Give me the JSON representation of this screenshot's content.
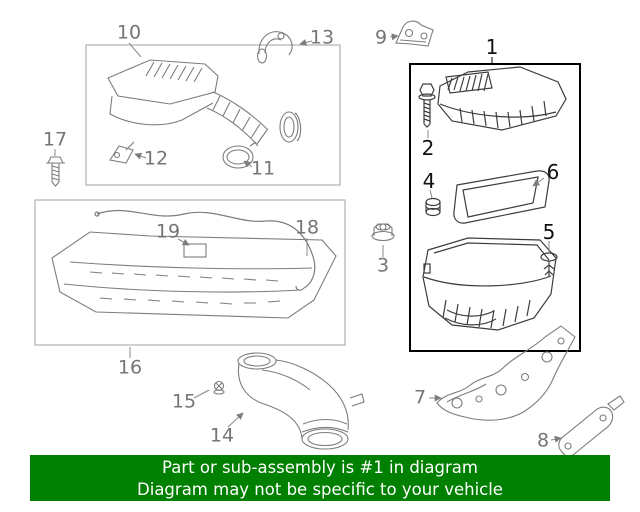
{
  "banner": {
    "line1": "Part or sub-assembly is #1 in diagram",
    "line2": "Diagram may not be specific to your vehicle"
  },
  "colors": {
    "banner_bg": "#008000",
    "banner_text": "#ffffff",
    "callout_gray": "#757575",
    "callout_black": "#111111",
    "part_line_gray": "#7d7d7d",
    "part_line_dark": "#3d3d3d",
    "group_box_border": "#a0a0a0",
    "highlight_box_border": "#000000"
  },
  "callouts": [
    {
      "num": "1",
      "highlighted": true
    },
    {
      "num": "2",
      "highlighted": true
    },
    {
      "num": "3",
      "highlighted": false
    },
    {
      "num": "4",
      "highlighted": true
    },
    {
      "num": "5",
      "highlighted": true
    },
    {
      "num": "6",
      "highlighted": true
    },
    {
      "num": "7",
      "highlighted": false
    },
    {
      "num": "8",
      "highlighted": false
    },
    {
      "num": "9",
      "highlighted": false
    },
    {
      "num": "10",
      "highlighted": false
    },
    {
      "num": "11",
      "highlighted": false
    },
    {
      "num": "12",
      "highlighted": false
    },
    {
      "num": "13",
      "highlighted": false
    },
    {
      "num": "14",
      "highlighted": false
    },
    {
      "num": "15",
      "highlighted": false
    },
    {
      "num": "16",
      "highlighted": false
    },
    {
      "num": "17",
      "highlighted": false
    },
    {
      "num": "18",
      "highlighted": false
    },
    {
      "num": "19",
      "highlighted": false
    }
  ]
}
